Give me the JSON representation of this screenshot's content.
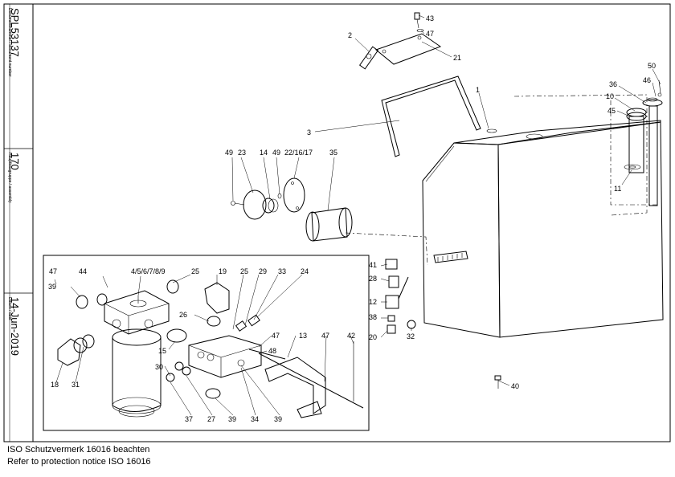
{
  "title_block": {
    "document_number_label": "Dokumentnummer / document number",
    "document_number": "SPL53137",
    "assembly_label": "Hauptbaugruppe / assembly",
    "assembly": "170",
    "date_label": "Datum / date",
    "date": "14-Jun-2019"
  },
  "notice": {
    "de": "ISO Schutzvermerk 16016 beachten",
    "en": "Refer to protection notice ISO 16016"
  },
  "callouts": {
    "c43": "43",
    "c47a": "47",
    "c2": "2",
    "c21": "21",
    "c50": "50",
    "c46": "46",
    "c36": "36",
    "c10": "10",
    "c45": "45",
    "c1": "1",
    "c3": "3",
    "c11": "11",
    "c49a": "49",
    "c23": "23",
    "c14": "14",
    "c49b": "49",
    "c22": "22/16/17",
    "c35": "35",
    "c47b": "47",
    "c44": "44",
    "c4": "4/5/6/7/8/9",
    "c25a": "25",
    "c19": "19",
    "c25b": "25",
    "c29": "29",
    "c33": "33",
    "c24": "24",
    "c39a": "39",
    "c41": "41",
    "c28": "28",
    "c12": "12",
    "c38": "38",
    "c20": "20",
    "c32": "32",
    "c26": "26",
    "c15": "15",
    "c47c": "47",
    "c13": "13",
    "c47d": "47",
    "c42": "42",
    "c48": "48",
    "c18": "18",
    "c31": "31",
    "c30": "30",
    "c40": "40",
    "c37": "37",
    "c27": "27",
    "c39b": "39",
    "c34": "34",
    "c39c": "39"
  }
}
